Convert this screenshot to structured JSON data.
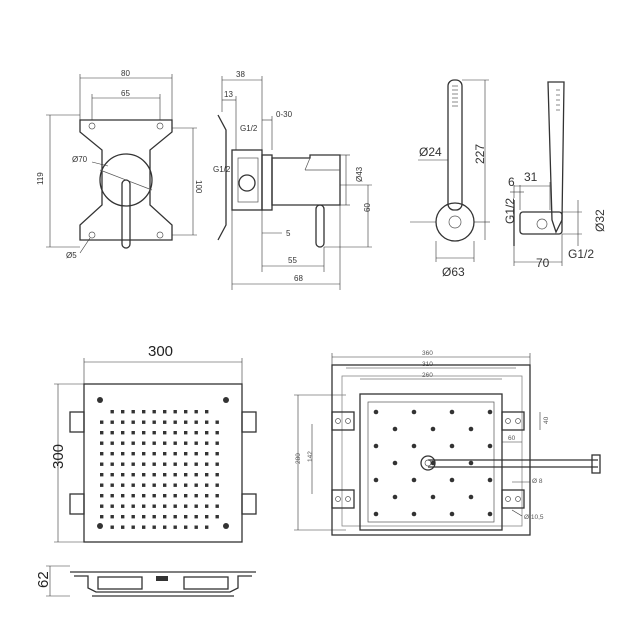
{
  "mixer_front": {
    "w": "80",
    "w_inner": "65",
    "h": "119",
    "h_inner": "100",
    "dia_plate": "Ø70",
    "dia_hole": "Ø5"
  },
  "mixer_side": {
    "d_total": "38",
    "d1": "13",
    "range": "0-30",
    "thread_a": "G1/2",
    "thread_b": "G1/2",
    "dia": "Ø43",
    "depth": "60",
    "offset": "5",
    "l1": "55",
    "l2": "68"
  },
  "hand_shower": {
    "dia_head": "Ø24",
    "length": "227",
    "dia_base": "Ø63",
    "d6": "6",
    "d31": "31",
    "thread_c": "G1/2",
    "dia_hose": "Ø32",
    "d70": "70",
    "thread_d": "G1/2"
  },
  "head_front": {
    "w": "300",
    "h": "300"
  },
  "head_side": {
    "h": "62"
  },
  "head_box": {
    "w1": "360",
    "w2": "310",
    "w3": "260",
    "h1": "280",
    "h2": "142",
    "d40": "40",
    "d60": "60",
    "dia8": "Ø 8",
    "dia10": "Ø 10,5"
  }
}
